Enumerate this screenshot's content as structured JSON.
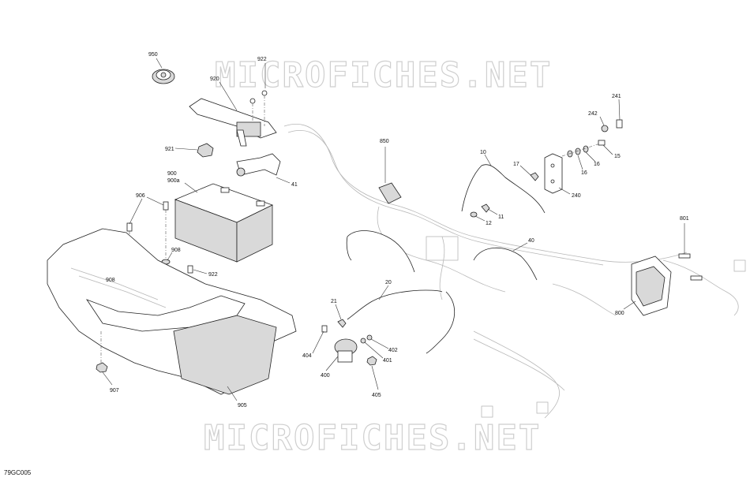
{
  "watermark": {
    "top_text": "MICROFICHES.NET",
    "bottom_text": "MICROFICHES.NET"
  },
  "figure_code": "79GC005",
  "callouts": {
    "c950": "950",
    "c922a": "922",
    "c920": "920",
    "c921": "921",
    "c41": "41",
    "c900": "900",
    "c900a": "900a",
    "c906": "906",
    "c908a": "908",
    "c908b": "908",
    "c922b": "922",
    "c907": "907",
    "c905": "905",
    "c850": "850",
    "c40": "40",
    "c20": "20",
    "c21": "21",
    "c404": "404",
    "c400": "400",
    "c402": "402",
    "c401": "401",
    "c405": "405",
    "c10": "10",
    "c17": "17",
    "c11": "11",
    "c12": "12",
    "c240": "240",
    "c16a": "16",
    "c16b": "16",
    "c15": "15",
    "c242": "242",
    "c241": "241",
    "c801": "801",
    "c800": "800"
  }
}
